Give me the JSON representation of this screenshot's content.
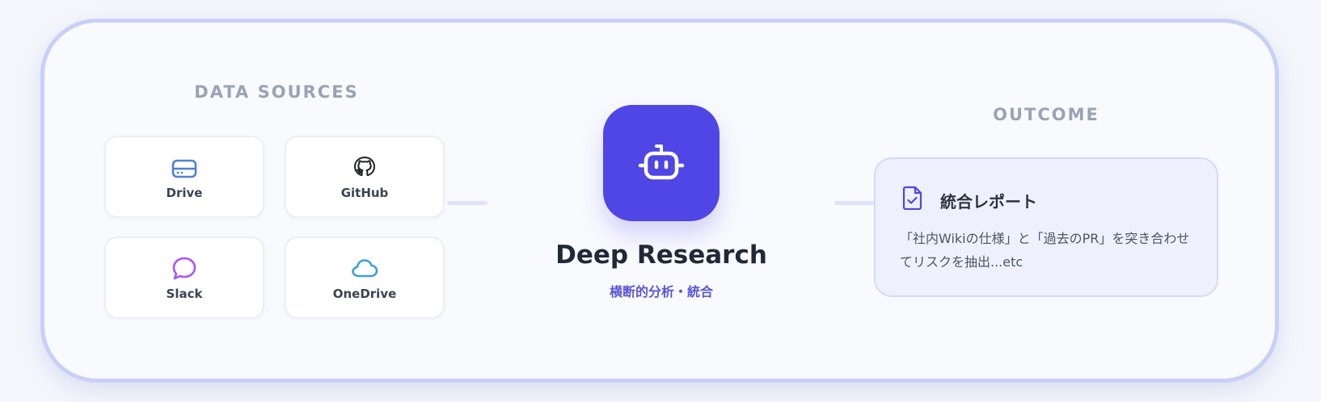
{
  "sources": {
    "title": "DATA SOURCES",
    "items": [
      {
        "label": "Drive",
        "icon": "drive-icon",
        "color": "#4f7fd9"
      },
      {
        "label": "GitHub",
        "icon": "github-icon",
        "color": "#1f2328"
      },
      {
        "label": "Slack",
        "icon": "slack-icon",
        "color": "#a855f7"
      },
      {
        "label": "OneDrive",
        "icon": "cloud-icon",
        "color": "#3f9fd6"
      }
    ]
  },
  "agent": {
    "title": "Deep Research",
    "subtitle": "横断的分析・統合",
    "icon": "robot-icon",
    "color": "#4f46e5"
  },
  "outcome": {
    "title": "OUTCOME",
    "card_title": "統合レポート",
    "card_desc": "「社内Wikiの仕様」と「過去のPR」を突き合わせてリスクを抽出...etc",
    "icon": "file-check-icon"
  }
}
